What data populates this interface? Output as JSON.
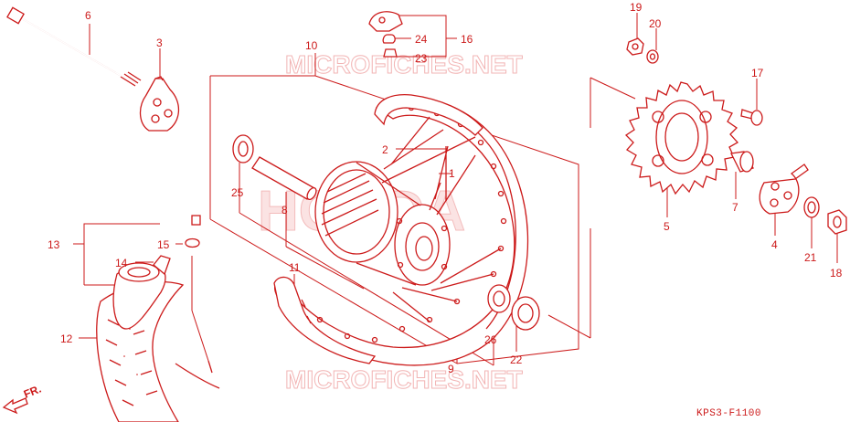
{
  "diagram": {
    "code": "KPS3-F1100",
    "direction_label": "FR.",
    "watermarks": {
      "top": "MICROFICHES.NET",
      "center": "HONDA",
      "bottom": "MICROFICHES.NET"
    },
    "part_numbers": [
      "1",
      "2",
      "3",
      "4",
      "5",
      "6",
      "7",
      "8",
      "9",
      "10",
      "11",
      "12",
      "13",
      "14",
      "15",
      "16",
      "17",
      "18",
      "19",
      "20",
      "21",
      "22",
      "23",
      "24",
      "25",
      "26"
    ],
    "accent_color": "#cc1a1a"
  }
}
